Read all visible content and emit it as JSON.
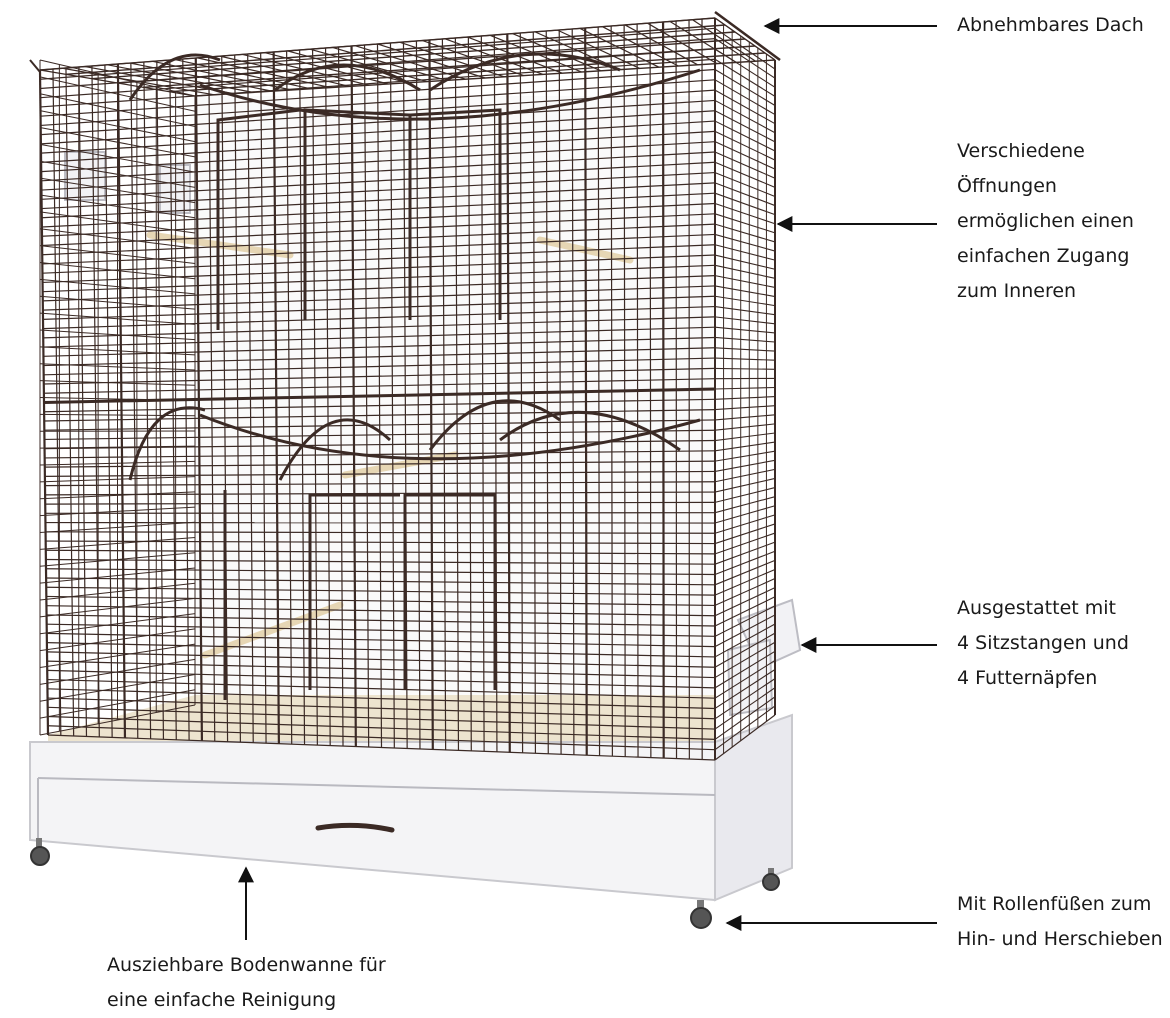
{
  "callouts": {
    "roof": {
      "lines": [
        "Abnehmbares Dach"
      ]
    },
    "openings": {
      "lines": [
        "Verschiedene",
        "Öffnungen",
        "ermöglichen einen",
        "einfachen Zugang",
        "zum Inneren"
      ]
    },
    "perches": {
      "lines": [
        "Ausgestattet mit",
        "4 Sitzstangen und",
        "4 Futternäpfen"
      ]
    },
    "wheels": {
      "lines": [
        "Mit Rollenfüßen zum",
        "Hin- und Herschieben"
      ]
    },
    "tray": {
      "lines": [
        "Ausziehbare Bodenwanne für",
        "eine einfache Reinigung"
      ]
    }
  },
  "colors": {
    "wire": "#3b2a25",
    "tray": "#f4f4f6",
    "perch": "#e6d6b4",
    "arrow": "#111111"
  }
}
